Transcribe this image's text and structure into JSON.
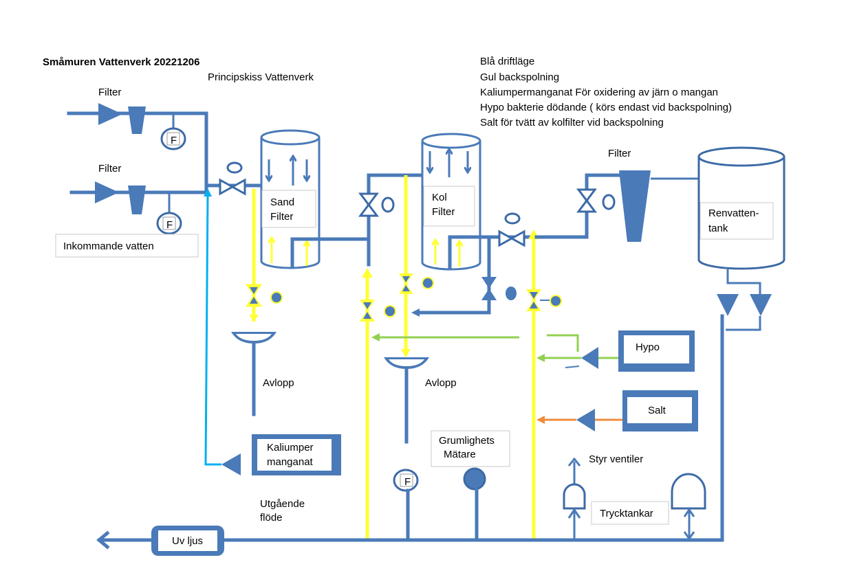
{
  "title": "Småmuren Vattenverk 20221206",
  "subtitle": "Principskiss Vattenverk",
  "legend": [
    "Blå driftläge",
    "Gul backspolning",
    "Kaliumpermanganat  För oxidering av järn o mangan",
    "Hypo bakterie dödande ( körs endast vid backspolning)",
    "Salt för tvätt av kolfilter vid backspolning"
  ],
  "labels": {
    "filter_top": "Filter",
    "filter_mid": "Filter",
    "filter_right": "Filter",
    "inkommande": "Inkommande vatten",
    "sand_1": "Sand",
    "sand_2": "Filter",
    "kol_1": "Kol",
    "kol_2": "Filter",
    "renvatten_1": "Renvatten-",
    "renvatten_2": "tank",
    "avlopp_1": "Avlopp",
    "avlopp_2": "Avlopp",
    "hypo": "Hypo",
    "salt": "Salt",
    "kalium_1": "Kaliumper",
    "kalium_2": "manganat",
    "grum_1": "Grumlighets",
    "grum_2": "Mätare",
    "styr": "Styr ventiler",
    "tryck": "Trycktankar",
    "utgaende_1": "Utgående",
    "utgaende_2": "flöde",
    "uv": "Uv ljus",
    "flow_meter": "F"
  },
  "colors": {
    "pipe_blue": "#4a7ab8",
    "backwash_yellow": "#ffff33",
    "hypo_green": "#92d050",
    "salt_orange": "#f08c3c",
    "kalium_lightblue": "#00b0f0"
  }
}
